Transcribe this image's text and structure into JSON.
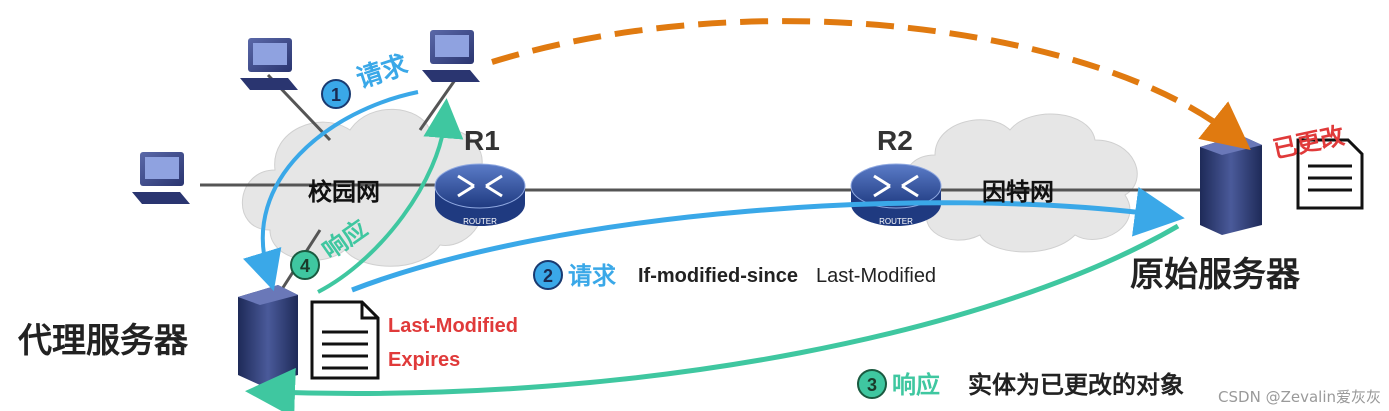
{
  "labels": {
    "campus_net": "校园网",
    "internet": "因特网",
    "router1": "R1",
    "router2": "R2",
    "router_word": "ROUTER",
    "proxy_server": "代理服务器",
    "origin_server": "原始服务器",
    "modified_stamp": "已更改",
    "proxy_doc_line1": "Last-Modified",
    "proxy_doc_line2": "Expires"
  },
  "steps": [
    {
      "num": "1",
      "label": "请求",
      "extra": ""
    },
    {
      "num": "2",
      "label": "请求",
      "extra": "If-modified-since",
      "extra2": "Last-Modified"
    },
    {
      "num": "3",
      "label": "响应",
      "extra": "实体为已更改的对象"
    },
    {
      "num": "4",
      "label": "响应",
      "extra": ""
    }
  ],
  "watermark": "CSDN @Zevalin爱灰灰",
  "colors": {
    "blue_arrow": "#3aa8e8",
    "green_arrow": "#3fc7a0",
    "orange_arrow": "#e07a10",
    "red_text": "#e03a3a",
    "router_blue": "#2e4f9a"
  }
}
